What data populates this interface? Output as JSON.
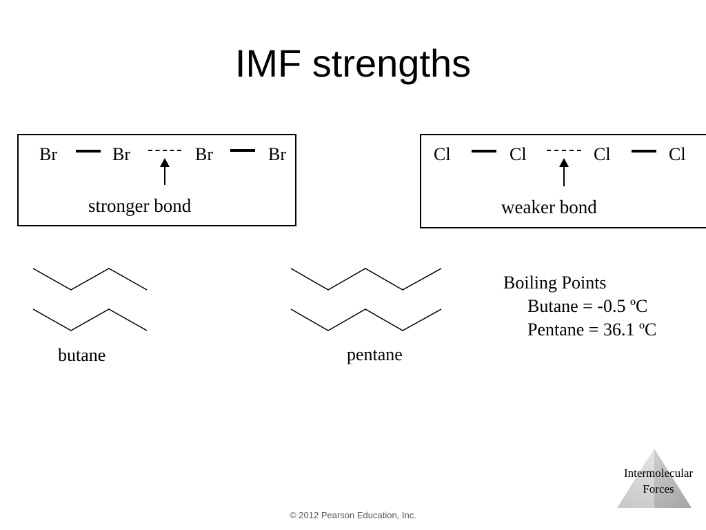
{
  "title": "IMF strengths",
  "bromine": {
    "atoms": [
      "Br",
      "Br",
      "Br",
      "Br"
    ],
    "caption": "stronger bond"
  },
  "chlorine": {
    "atoms": [
      "Cl",
      "Cl",
      "Cl",
      "Cl"
    ],
    "caption": "weaker bond"
  },
  "molecules": {
    "butane_label": "butane",
    "pentane_label": "pentane"
  },
  "boiling_points": {
    "title": "Boiling Points",
    "butane": "Butane  = -0.5 ºC",
    "pentane": "Pentane  = 36.1 ºC"
  },
  "logo": {
    "line1": "Intermolecular",
    "line2": "Forces"
  },
  "footer": {
    "copyright": "© 2012 Pearson Education, Inc."
  }
}
